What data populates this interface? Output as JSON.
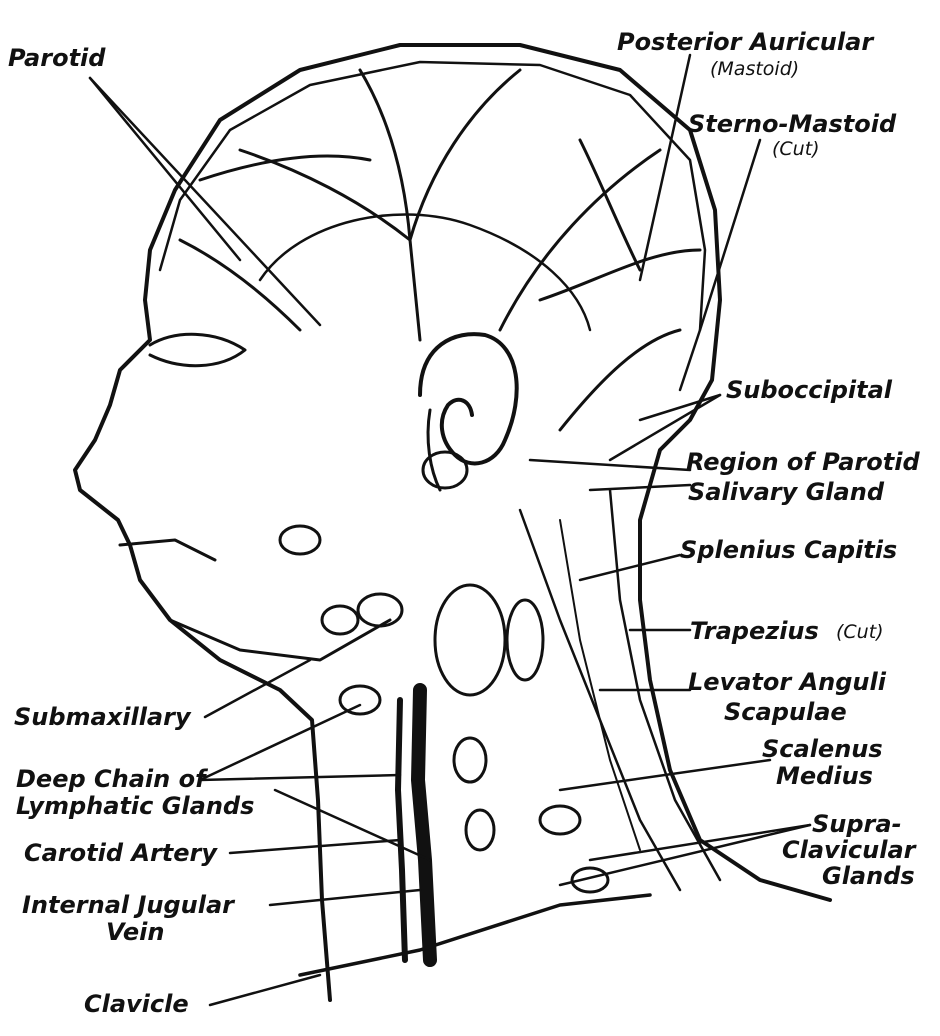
{
  "colors": {
    "ink": "#111111",
    "paper": "#ffffff"
  },
  "labels": {
    "parotid": "Parotid",
    "posterior_auricular": "Posterior Auricular",
    "posterior_auricular_sub": "(Mastoid)",
    "sterno_mastoid": "Sterno-Mastoid",
    "sterno_mastoid_sub": "(Cut)",
    "suboccipital": "Suboccipital",
    "region_parotid_1": "Region of Parotid",
    "region_parotid_2": "Salivary Gland",
    "splenius": "Splenius Capitis",
    "trapezius": "Trapezius",
    "trapezius_sub": "(Cut)",
    "levator_1": "Levator Anguli",
    "levator_2": "Scapulae",
    "scalenus_1": "Scalenus",
    "scalenus_2": "Medius",
    "supra_1": "Supra-",
    "supra_2": "Clavicular",
    "supra_3": "Glands",
    "submaxillary": "Submaxillary",
    "deep_chain_1": "Deep Chain of",
    "deep_chain_2": "Lymphatic Glands",
    "carotid": "Carotid Artery",
    "jugular_1": "Internal Jugular",
    "jugular_2": "Vein",
    "clavicle": "Clavicle"
  }
}
